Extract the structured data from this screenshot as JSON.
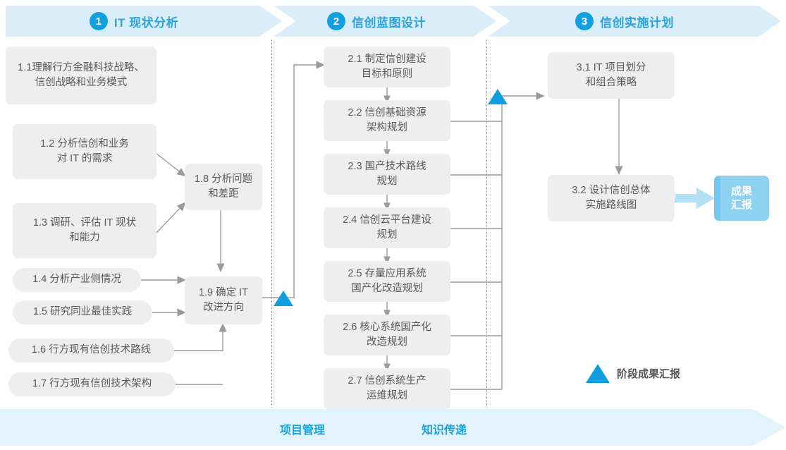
{
  "phases": [
    {
      "num": "1",
      "title": "IT 现状分析"
    },
    {
      "num": "2",
      "title": "信创蓝图设计"
    },
    {
      "num": "3",
      "title": "信创实施计划"
    }
  ],
  "phase1_tasks": [
    {
      "id": "1.1",
      "label": "1.1理解行方金融科技战略、\n信创战略和业务模式"
    },
    {
      "id": "1.2",
      "label": "1.2 分析信创和业务\n对 IT 的需求"
    },
    {
      "id": "1.3",
      "label": "1.3 调研、评估 IT 现状\n和能力"
    },
    {
      "id": "1.4",
      "label": "1.4 分析产业侧情况"
    },
    {
      "id": "1.5",
      "label": "1.5 研究同业最佳实践"
    },
    {
      "id": "1.6",
      "label": "1.6 行方现有信创技术路线"
    },
    {
      "id": "1.7",
      "label": "1.7 行方现有信创技术架构"
    },
    {
      "id": "1.8",
      "label": "1.8 分析问题\n和差距"
    },
    {
      "id": "1.9",
      "label": "1.9 确定 IT\n改进方向"
    }
  ],
  "phase2_tasks": [
    {
      "id": "2.1",
      "label": "2.1 制定信创建设\n目标和原则"
    },
    {
      "id": "2.2",
      "label": "2.2 信创基础资源\n架构规划"
    },
    {
      "id": "2.3",
      "label": "2.3 国产技术路线\n规划"
    },
    {
      "id": "2.4",
      "label": "2.4 信创云平台建设\n规划"
    },
    {
      "id": "2.5",
      "label": "2.5 存量应用系统\n国产化改造规划"
    },
    {
      "id": "2.6",
      "label": "2.6 核心系统国产化\n改造规划"
    },
    {
      "id": "2.7",
      "label": "2.7 信创系统生产\n运维规划"
    }
  ],
  "phase3_tasks": [
    {
      "id": "3.1",
      "label": "3.1 IT 项目划分\n和组合策略"
    },
    {
      "id": "3.2",
      "label": "3.2 设计信创总体\n实施路线图"
    }
  ],
  "deliverable": {
    "label": "成果\n汇报"
  },
  "legend": {
    "label": "阶段成果汇报",
    "marker": "triangle-up-icon"
  },
  "footer": {
    "items": [
      "项目管理",
      "知识传递"
    ]
  },
  "colors": {
    "band": "#d9eef9",
    "accent": "#2aa3e0",
    "badge": "#12a0e0",
    "box": "#eeeeee",
    "box_text": "#5a5a5a",
    "deliverable": "#8ed2f2",
    "triangle": "#0f9ee0",
    "footer_band": "#e3f3fb",
    "connector": "#9b9b9b",
    "separator": "#5bbfe6"
  }
}
